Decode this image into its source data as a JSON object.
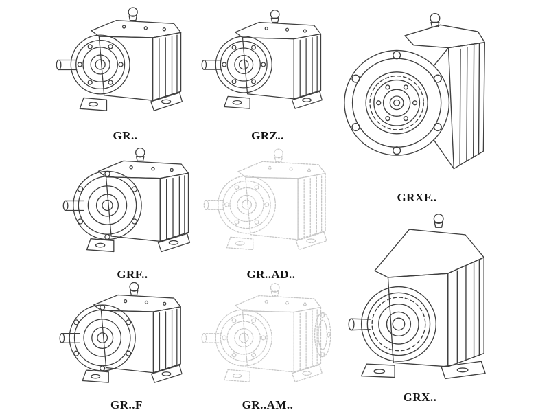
{
  "colors": {
    "background": "#ffffff",
    "ink": "#3f3f3f",
    "faint": "#c6c6c6",
    "label": "#141414"
  },
  "figures": [
    {
      "id": "gr",
      "label": "GR..",
      "tone": "solid",
      "drawing": "foot-mounted-gear-unit"
    },
    {
      "id": "grz",
      "label": "GRZ..",
      "tone": "solid",
      "drawing": "foot-mounted-gear-unit"
    },
    {
      "id": "grxf",
      "label": "GRXF..",
      "tone": "solid",
      "drawing": "flange-mounted-gear-unit-front"
    },
    {
      "id": "grf",
      "label": "GRF..",
      "tone": "solid",
      "drawing": "flange-foot-gear-unit"
    },
    {
      "id": "gr-ad",
      "label": "GR..AD..",
      "tone": "light",
      "drawing": "gear-unit-with-adapter"
    },
    {
      "id": "gr-f",
      "label": "GR..F",
      "tone": "solid",
      "drawing": "flange-foot-gear-unit"
    },
    {
      "id": "gr-am",
      "label": "GR..AM..",
      "tone": "light",
      "drawing": "gear-unit-with-motor-adapter"
    },
    {
      "id": "grx",
      "label": "GRX..",
      "tone": "solid",
      "drawing": "large-foot-mounted-gear-unit"
    }
  ]
}
